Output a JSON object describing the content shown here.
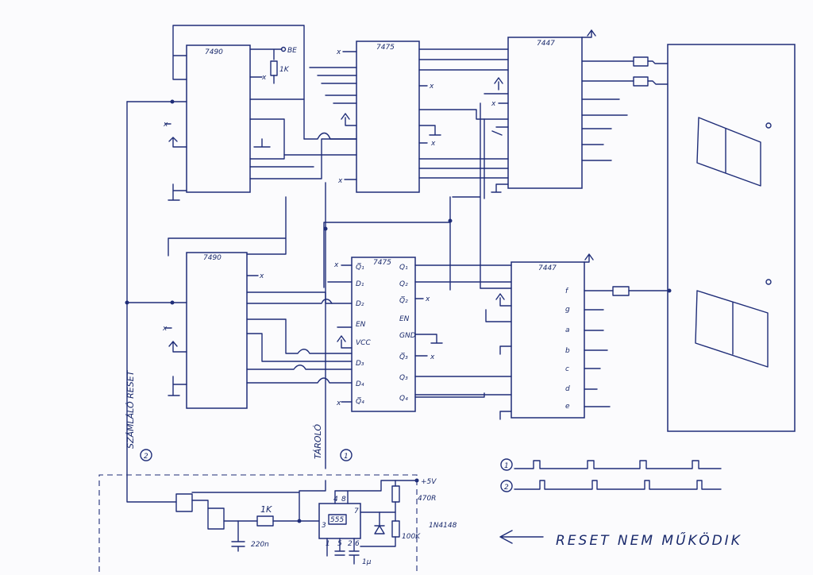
{
  "chips": {
    "counter_top": "7490",
    "latch_top": "7475",
    "decoder_top": "7447",
    "counter_bottom": "7490",
    "latch_bottom": "7475",
    "decoder_bottom": "7447",
    "timer": "555"
  },
  "latch_pins_left": [
    "Q̅₁",
    "D₁",
    "D₂",
    "EN",
    "VCC",
    "D₃",
    "D₄",
    "Q̅₄"
  ],
  "latch_pins_right": [
    "Q₁",
    "Q₂",
    "Q̅₂",
    "EN",
    "GND",
    "Q̅₃",
    "Q₃",
    "Q₄"
  ],
  "decoder_pins": [
    "f",
    "g",
    "a",
    "b",
    "c",
    "d",
    "e"
  ],
  "timer_pins": {
    "p4": "4",
    "p8": "8",
    "p3": "3",
    "p7": "7",
    "p1": "1",
    "p5": "5",
    "p2": "2",
    "p6": "6"
  },
  "labels": {
    "be": "BE",
    "r_top": "1K",
    "r_mid": "1K",
    "c_220": "220n",
    "r_470": "470R",
    "r_100k": "100K",
    "c_1u": "1μ",
    "diode": "1N4148",
    "vcc": "+5V",
    "side_left": "SZÁMLÁLÓ RESET",
    "side_mid": "TÁROLÓ",
    "mark_1": "1",
    "mark_2": "2",
    "x": "x",
    "note": "RESET   NEM   MŰKÖDIK"
  }
}
